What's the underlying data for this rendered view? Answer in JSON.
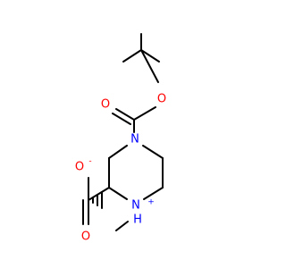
{
  "colors": {
    "bond": "#000000",
    "oxygen": "#ff0000",
    "nitrogen": "#0000ff",
    "background": "#ffffff"
  },
  "atoms": {
    "ester_ether_oxygen": {
      "symbol": "O"
    },
    "carbamate_carbonyl_oxygen": {
      "symbol": "O"
    },
    "ring_nitrogen_boc": {
      "symbol": "N"
    },
    "ring_nitrogen_protonated": {
      "symbol": "N",
      "hydrogen": "H",
      "charge": "+"
    },
    "carboxylate_oxygen_anion": {
      "symbol": "O",
      "charge": "-"
    },
    "carboxylate_oxygen_double": {
      "symbol": "O"
    }
  }
}
